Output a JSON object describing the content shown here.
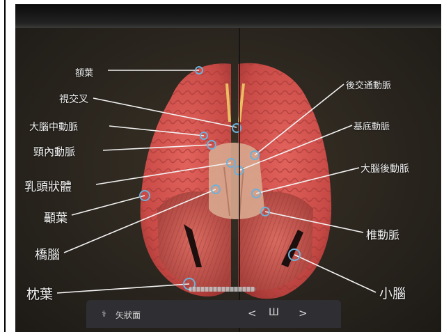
{
  "labels": {
    "frontal_lobe": "額葉",
    "optic_chiasm": "視交叉",
    "middle_cerebral_artery": "大腦中動脈",
    "internal_carotid_artery": "頸內動脈",
    "mammillary_body": "乳頭狀體",
    "temporal_lobe": "顳葉",
    "pons": "橋腦",
    "occipital_lobe": "枕葉",
    "posterior_communicating_artery": "後交通動脈",
    "basilar_artery": "基底動脈",
    "posterior_cerebral_artery": "大腦後動脈",
    "vertebral_artery": "椎動脈",
    "cerebellum": "小腦"
  },
  "bottom_panel": {
    "view_label": "矢狀面",
    "prev": "<",
    "page": "Ш",
    "next": ">"
  },
  "colors": {
    "brain": "#d8514e",
    "marker": "#6fb0d8",
    "leader_line": "#f2f2f2"
  }
}
